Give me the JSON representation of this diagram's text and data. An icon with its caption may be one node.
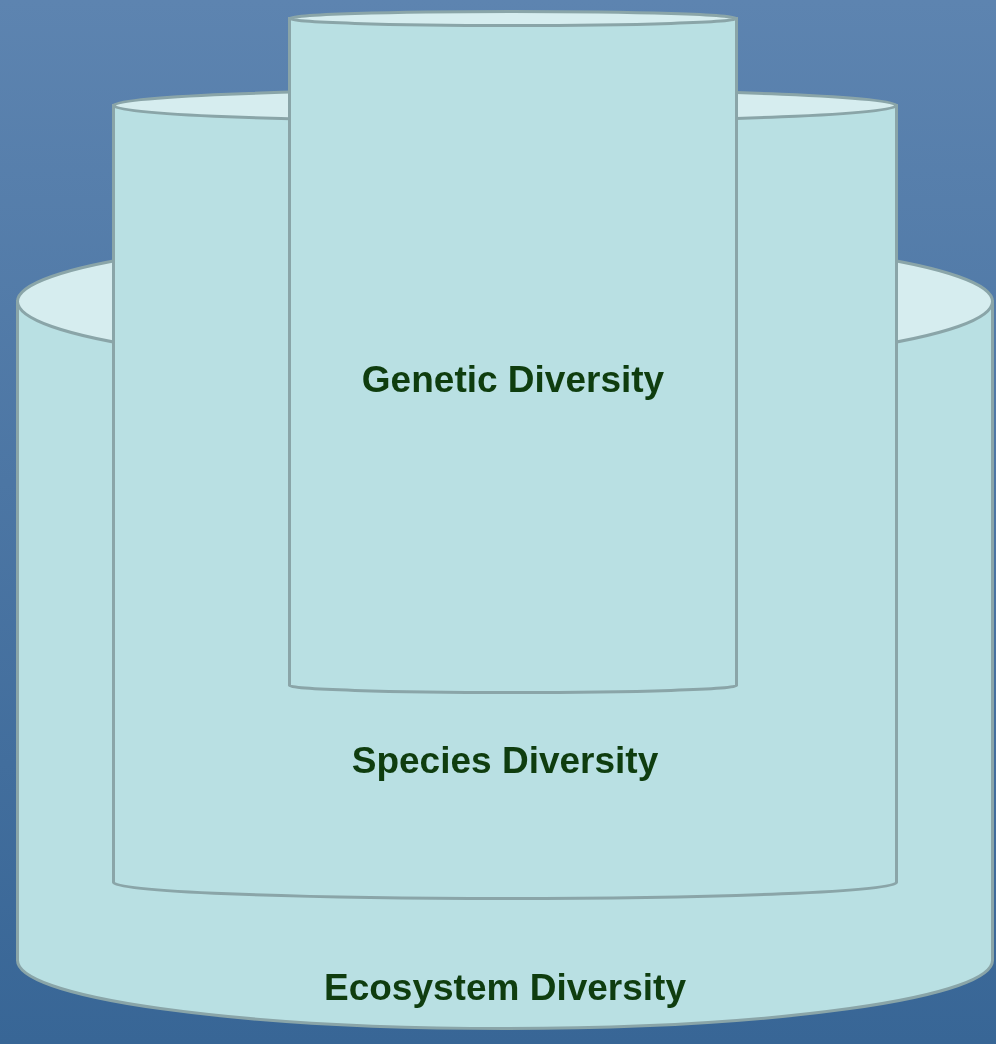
{
  "diagram": {
    "nodes": [
      {
        "text": [
          "Ecosystem Diversity"
        ]
      },
      {
        "text": [
          "Species Diversity"
        ]
      },
      {
        "text": [
          "Genetic Diversity"
        ]
      }
    ]
  }
}
